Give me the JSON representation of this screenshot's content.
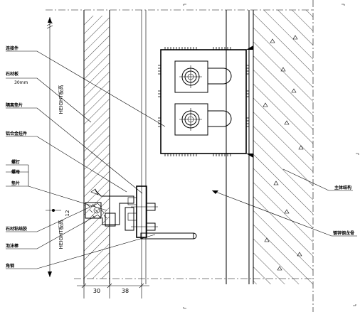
{
  "labels": {
    "connector": "连接件",
    "stone_panel": "石材板",
    "stone_thickness": "30mm",
    "insulating_pad": "隔离垫片",
    "aluminum_pendant": "铝合金挂件",
    "bolt": "螺钉",
    "nut": "螺母",
    "washer": "垫片",
    "stone_adhesive": "石材粘结胶",
    "foam_rod": "泡沫棒",
    "angle_steel": "角钢",
    "structure": "主体结构",
    "galvanized_steel": "镀锌钢龙骨"
  },
  "dimensions": {
    "panel_width": "30",
    "gap_width": "38",
    "joint": "12",
    "height_top": "HEIGHT板高",
    "height_bottom": "HEIGHT板高"
  }
}
